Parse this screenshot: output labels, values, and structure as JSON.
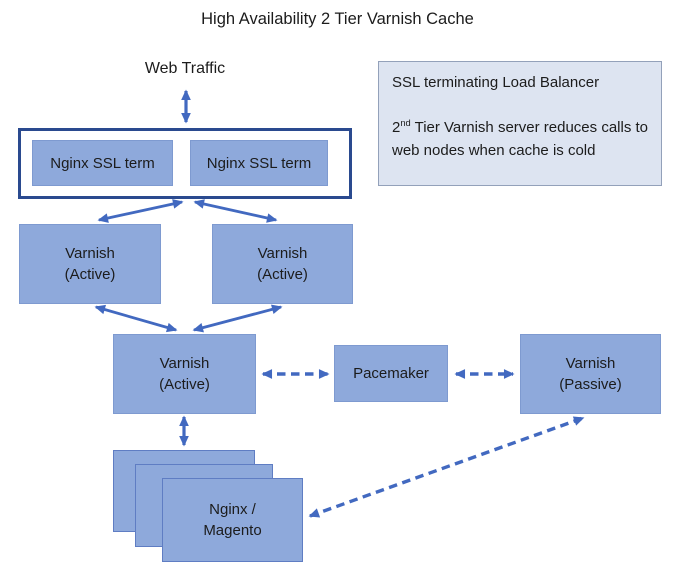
{
  "title": "High Availability 2 Tier Varnish Cache",
  "labels": {
    "web_traffic": "Web Traffic"
  },
  "nodes": {
    "nginx_ssl_1": "Nginx SSL term",
    "nginx_ssl_2": "Nginx SSL term",
    "varnish_active_left": {
      "line1": "Varnish",
      "line2": "(Active)"
    },
    "varnish_active_right": {
      "line1": "Varnish",
      "line2": "(Active)"
    },
    "varnish_active_center": {
      "line1": "Varnish",
      "line2": "(Active)"
    },
    "pacemaker": "Pacemaker",
    "varnish_passive": {
      "line1": "Varnish",
      "line2": "(Passive)"
    },
    "nginx_magento": {
      "line1": "Nginx /",
      "line2": "Magento"
    }
  },
  "info": {
    "line1": "SSL terminating Load Balancer",
    "line2_prefix": "2",
    "line2_sup": "nd",
    "line2_rest": " Tier Varnish server reduces calls to web nodes when cache is cold"
  },
  "colors": {
    "node-fill": "#8ea9db",
    "node-border": "#7e9ad0",
    "stack-border": "#5f7dc3",
    "group-border": "#2a4a8f",
    "arrow": "#4269c0",
    "info-fill": "#dde4f1",
    "info-border": "#93a1ba",
    "text": "#1c1c1c"
  }
}
